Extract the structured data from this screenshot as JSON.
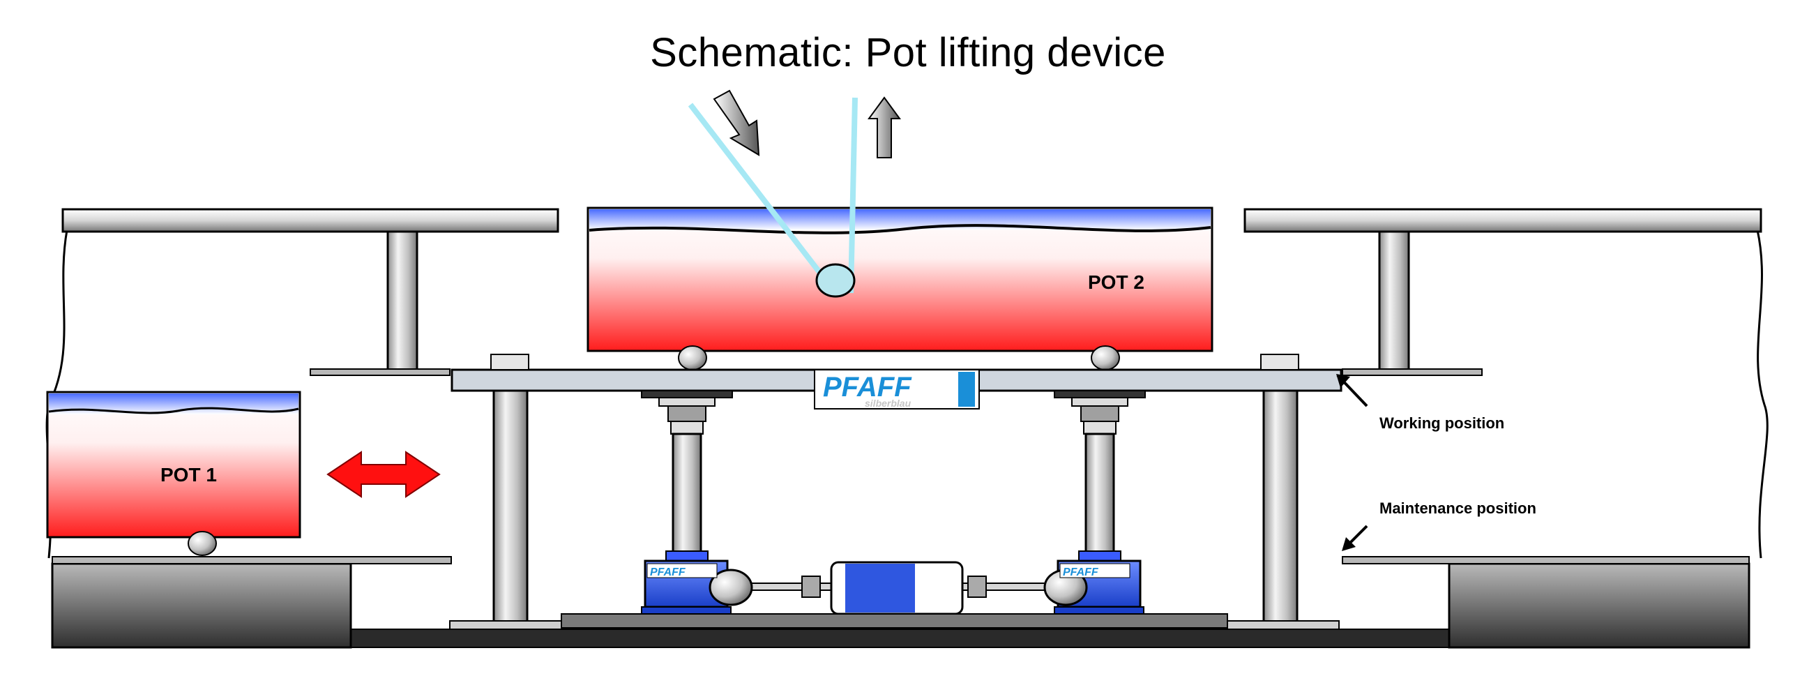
{
  "title": "Schematic: Pot lifting device",
  "pots": {
    "pot1": "POT 1",
    "pot2": "POT 2"
  },
  "labels": {
    "working_position": "Working position",
    "maintenance_position": "Maintenance position"
  },
  "brand": {
    "name": "PFAFF",
    "subname": "silberblau"
  },
  "colors": {
    "pot_red": "#ff2020",
    "water_blue": "#5a78ff",
    "cable_cyan": "#9ee6f2",
    "jack_blue": "#2f57e0",
    "arrow_red": "#ff1010",
    "platform": "#cfd6de"
  },
  "icons": [
    "double-arrow-icon",
    "arrow-down-right-icon",
    "arrow-up-icon",
    "pointer-arrow-icon"
  ]
}
